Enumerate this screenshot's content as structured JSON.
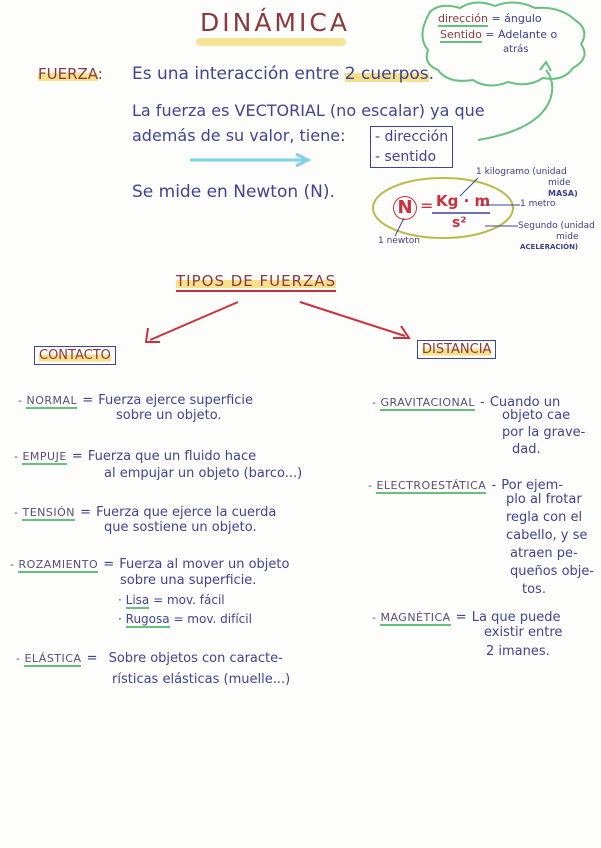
{
  "title": "DINÁMICA",
  "cloud": {
    "line1_term": "dirección",
    "line1_rest": "= ángulo",
    "line2_term": "Sentido",
    "line2_rest": "= Adelante o",
    "line3": "atrás"
  },
  "fuerza": {
    "label": "FUERZA",
    "colon": ":",
    "text1": "Es una interacción entre",
    "text1_hl": "2 cuerpos",
    "text1_end": ".",
    "line2": "La fuerza es VECTORIAL (no escalar) ya que",
    "line3": "además de su valor, tiene:",
    "box_item1": "- dirección",
    "box_item2": "- sentido",
    "mide": "Se mide en Newton (N).",
    "formula_N": "N",
    "formula_eq": "=",
    "formula_num": "Kg · m",
    "formula_den": "s²",
    "ann_kg": "1 kilogramo (unidad",
    "ann_kg2": "mide",
    "ann_kg3": "MASA)",
    "ann_m": "1 metro",
    "ann_s": "Segundo (unidad",
    "ann_s2": "mide",
    "ann_s3": "ACELERACIÓN)",
    "ann_newton": "1 newton"
  },
  "tipos": {
    "heading": "TIPOS DE FUERZAS",
    "contacto": "CONTACTO",
    "distancia": "DISTANCIA"
  },
  "contacto_items": [
    {
      "term": "NORMAL",
      "eq": "=",
      "l1": "Fuerza ejerce superficie",
      "l2": "sobre un objeto."
    },
    {
      "term": "EMPUJE",
      "eq": "=",
      "l1": "Fuerza que un fluido hace",
      "l2": "al empujar un objeto (barco...)"
    },
    {
      "term": "TENSIÓN",
      "eq": "=",
      "l1": "Fuerza que ejerce la cuerda",
      "l2": "que sostiene un objeto."
    },
    {
      "term": "ROZAMIENTO",
      "eq": "=",
      "l1": "Fuerza al mover un objeto",
      "l2": "sobre una superficie."
    },
    {
      "term": "ELÁSTICA",
      "eq": "=",
      "l1": "Sobre objetos con caracte-",
      "l2": "rísticas elásticas (muelle...)"
    }
  ],
  "rozamiento_sub": [
    {
      "term": "Lisa",
      "rest": "= mov. fácil"
    },
    {
      "term": "Rugosa",
      "rest": "= mov. difícil"
    }
  ],
  "distancia_items": [
    {
      "term": "GRAVITACIONAL",
      "eq": "-",
      "lines": [
        "Cuando un",
        "objeto cae",
        "por la grave-",
        "dad."
      ]
    },
    {
      "term": "ELECTROESTÁTICA",
      "eq": "-",
      "lines": [
        "Por ejem-",
        "plo al frotar",
        "regla con el",
        "cabello, y se",
        "atraen pe-",
        "queños obje-",
        "tos."
      ]
    },
    {
      "term": "MAGNÉTICA",
      "eq": "=",
      "lines": [
        "La que puede",
        "existir entre",
        "2 imanes."
      ]
    }
  ],
  "colors": {
    "ink": "#3f4496",
    "title": "#8a3a3f",
    "highlight": "#f6e08b",
    "green": "#67c07e",
    "red": "#c9313f"
  }
}
